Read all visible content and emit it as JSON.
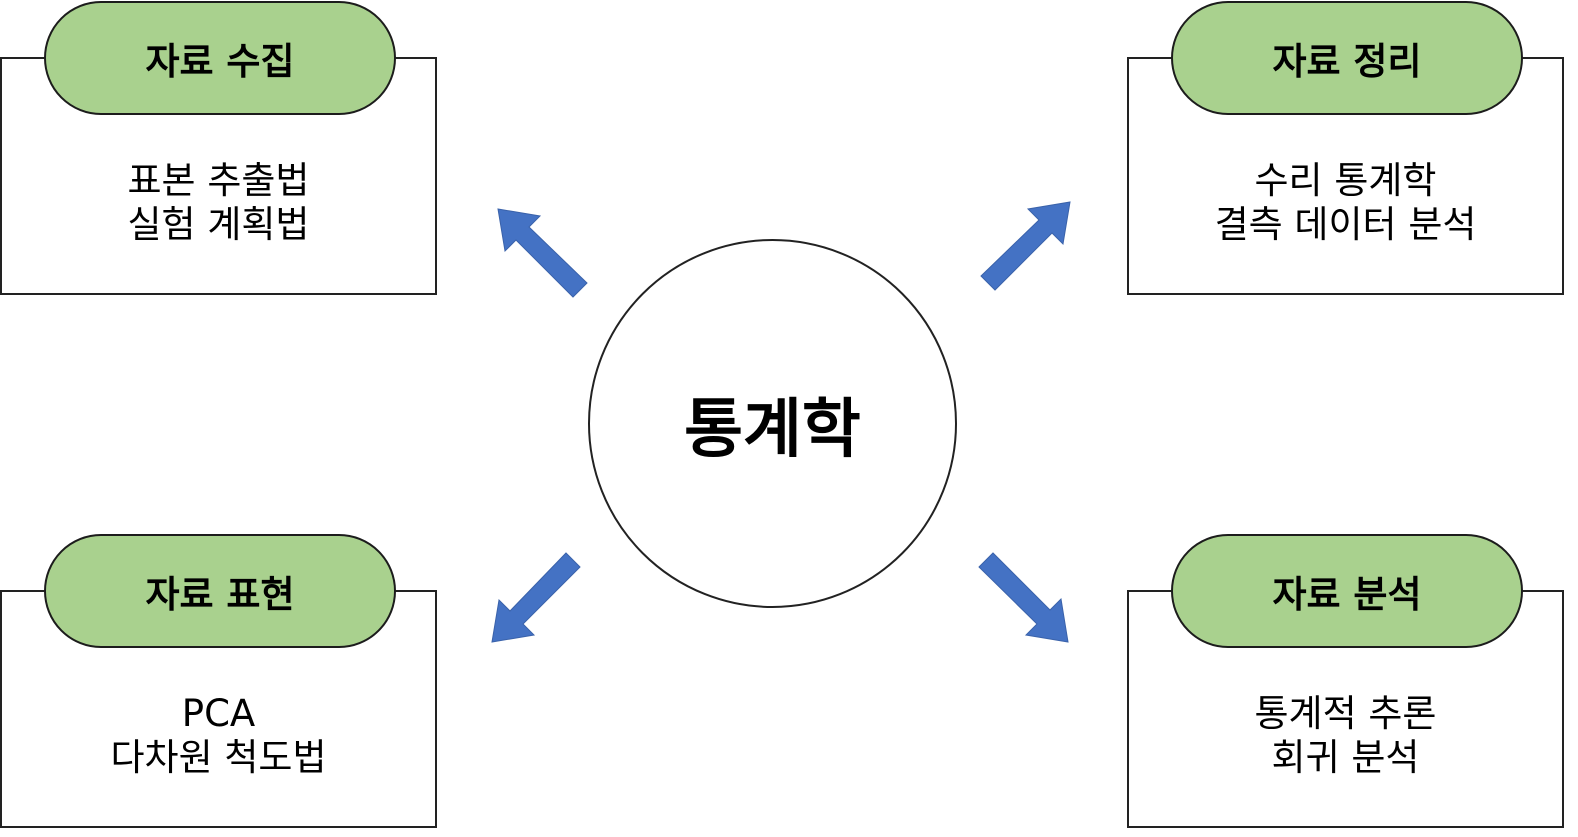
{
  "center": {
    "label": "통계학"
  },
  "boxes": {
    "collect": {
      "title": "자료 수집",
      "lines": [
        "표본 추출법",
        "실험 계획법"
      ]
    },
    "organize": {
      "title": "자료 정리",
      "lines": [
        "수리 통계학",
        "결측 데이터 분석"
      ]
    },
    "present": {
      "title": "자료 표현",
      "lines": [
        "PCA",
        "다차원 척도법"
      ]
    },
    "analyze": {
      "title": "자료 분석",
      "lines": [
        "통계적 추론",
        "회귀 분석"
      ]
    }
  },
  "colors": {
    "pill_fill": "#a9d18e",
    "arrow_fill": "#4472c4",
    "outline": "#222222"
  }
}
